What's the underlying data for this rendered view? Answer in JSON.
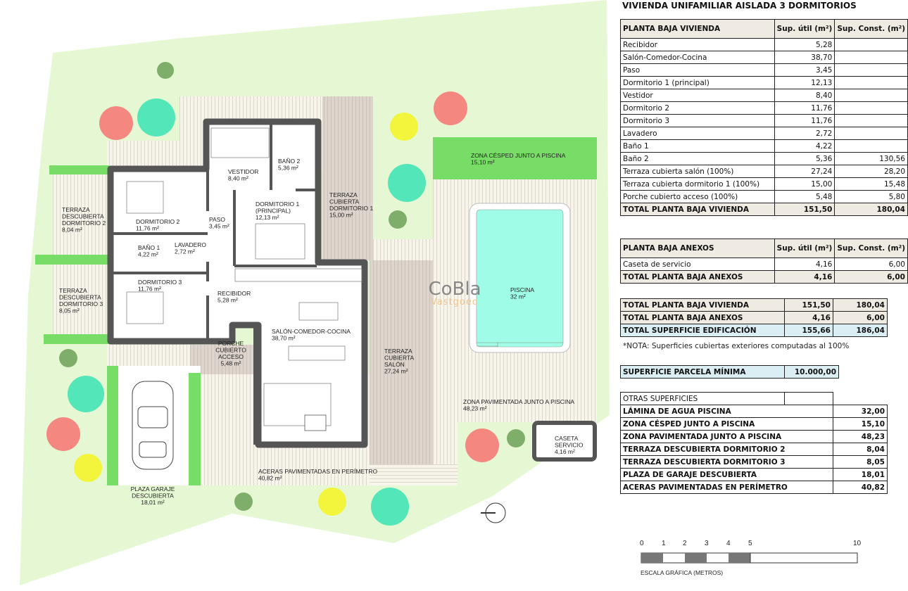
{
  "title": "VIVIENDA UNIFAMILIAR AISLADA 3 DORMITORIOS",
  "colors": {
    "lawn": "#d9f5c0",
    "grass": "#77dd66",
    "pool": "#9ffce6",
    "wall": "#555555",
    "tree_red": "#f4877f",
    "tree_teal": "#52e6b8",
    "tree_yellow": "#f2f53b",
    "tree_green": "#7fae6a"
  },
  "plan": {
    "rooms": [
      {
        "name": "TERRAZA DESCUBIERTA DORMITORIO 2",
        "lines": [
          "TERRAZA",
          "DESCUBIERTA",
          "DORMITORIO 2"
        ],
        "area": "8,04 m²"
      },
      {
        "name": "DORMITORIO 2",
        "lines": [
          "DORMITORIO 2"
        ],
        "area": "11,76 m²"
      },
      {
        "name": "VESTIDOR",
        "lines": [
          "VESTIDOR"
        ],
        "area": "8,40 m²"
      },
      {
        "name": "BAÑO 2",
        "lines": [
          "BAÑO 2"
        ],
        "area": "5,36 m²"
      },
      {
        "name": "PASO",
        "lines": [
          "PASO"
        ],
        "area": "3,45 m²"
      },
      {
        "name": "DORMITORIO 1 (PRINCIPAL)",
        "lines": [
          "DORMITORIO 1",
          "(PRINCIPAL)"
        ],
        "area": "12,13 m²"
      },
      {
        "name": "TERRAZA CUBIERTA DORMITORIO 1",
        "lines": [
          "TERRAZA",
          "CUBIERTA",
          "DORMITORIO 1"
        ],
        "area": "15,00 m²"
      },
      {
        "name": "BAÑO 1",
        "lines": [
          "BAÑO 1"
        ],
        "area": "4,22 m²"
      },
      {
        "name": "LAVADERO",
        "lines": [
          "LAVADERO"
        ],
        "area": "2,72 m²"
      },
      {
        "name": "TERRAZA DESCUBIERTA DORMITORIO 3",
        "lines": [
          "TERRAZA",
          "DESCUBIERTA",
          "DORMITORIO 3"
        ],
        "area": "8,05 m²"
      },
      {
        "name": "DORMITORIO 3",
        "lines": [
          "DORMITORIO 3"
        ],
        "area": "11,76 m²"
      },
      {
        "name": "RECIBIDOR",
        "lines": [
          "RECIBIDOR"
        ],
        "area": "5,28 m²"
      },
      {
        "name": "SALÓN-COMEDOR-COCINA",
        "lines": [
          "SALÓN-COMEDOR-COCINA"
        ],
        "area": "38,70 m²"
      },
      {
        "name": "PORCHE CUBIERTO ACCESO",
        "lines": [
          "PORCHE",
          "CUBIERTO",
          "ACCESO"
        ],
        "area": "5,48 m²"
      },
      {
        "name": "TERRAZA CUBIERTA SALÓN",
        "lines": [
          "TERRAZA",
          "CUBIERTA",
          "SALÓN"
        ],
        "area": "27,24 m²"
      },
      {
        "name": "ZONA CÉSPED JUNTO A PISCINA",
        "lines": [
          "ZONA CÉSPED JUNTO A PISCINA"
        ],
        "area": "15,10 m²"
      },
      {
        "name": "PISCINA",
        "lines": [
          "PISCINA"
        ],
        "area": "32 m²"
      },
      {
        "name": "ZONA PAVIMENTADA JUNTO A PISCINA",
        "lines": [
          "ZONA PAVIMENTADA JUNTO A PISCINA"
        ],
        "area": "48,23 m²"
      },
      {
        "name": "CASETA SERVICIO",
        "lines": [
          "CASETA",
          "SERVICIO"
        ],
        "area": "4,16 m²"
      },
      {
        "name": "ACERAS PAVIMENTADAS EN PERÍMETRO",
        "lines": [
          "ACERAS PAVIMENTADAS EN PERÍMETRO"
        ],
        "area": "40,82 m²"
      },
      {
        "name": "PLAZA GARAJE DESCUBIERTA",
        "lines": [
          "PLAZA GARAJE",
          "DESCUBIERTA"
        ],
        "area": "18,01 m²"
      }
    ],
    "logo": {
      "brand": "CoBla",
      "sub": "Vastgoed"
    }
  },
  "tables": {
    "vivienda": {
      "headers": [
        "PLANTA BAJA VIVIENDA",
        "Sup. útil (m²)",
        "Sup. Const. (m²)"
      ],
      "rows": [
        [
          "Recibidor",
          "5,28",
          ""
        ],
        [
          "Salón-Comedor-Cocina",
          "38,70",
          ""
        ],
        [
          "Paso",
          "3,45",
          ""
        ],
        [
          "Dormitorio 1 (principal)",
          "12,13",
          ""
        ],
        [
          "Vestidor",
          "8,40",
          ""
        ],
        [
          "Dormitorio 2",
          "11,76",
          ""
        ],
        [
          "Dormitorio 3",
          "11,76",
          ""
        ],
        [
          "Lavadero",
          "2,72",
          ""
        ],
        [
          "Baño 1",
          "4,22",
          ""
        ],
        [
          "Baño 2",
          "5,36",
          "130,56"
        ],
        [
          "Terraza cubierta salón (100%)",
          "27,24",
          "28,20"
        ],
        [
          "Terraza cubierta dormitorio 1 (100%)",
          "15,00",
          "15,48"
        ],
        [
          "Porche cubierto acceso (100%)",
          "5,48",
          "5,80"
        ]
      ],
      "total": [
        "TOTAL PLANTA BAJA VIVIENDA",
        "151,50",
        "180,04"
      ]
    },
    "anexos": {
      "headers": [
        "PLANTA BAJA ANEXOS",
        "Sup. útil (m²)",
        "Sup. Const. (m²)"
      ],
      "rows": [
        [
          "Caseta de servicio",
          "4,16",
          "6,00"
        ]
      ],
      "total": [
        "TOTAL PLANTA BAJA ANEXOS",
        "4,16",
        "6,00"
      ]
    },
    "resumen": {
      "rows": [
        [
          "TOTAL PLANTA BAJA VIVIENDA",
          "151,50",
          "180,04"
        ],
        [
          "TOTAL PLANTA BAJA ANEXOS",
          "4,16",
          "6,00"
        ]
      ],
      "total": [
        "TOTAL SUPERFICIE EDIFICACIÓN",
        "155,66",
        "186,04"
      ]
    },
    "nota": "*NOTA: Superficies cubiertas exteriores computadas al 100%",
    "parcela": [
      "SUPERFICIE PARCELA MÍNIMA",
      "10.000,00"
    ],
    "otras": {
      "header": "OTRAS SUPERFICIES",
      "rows": [
        [
          "LÁMINA DE AGUA PISCINA",
          "32,00"
        ],
        [
          "ZONA CÉSPED JUNTO A PISCINA",
          "15,10"
        ],
        [
          "ZONA PAVIMENTADA JUNTO A PISCINA",
          "48,23"
        ],
        [
          "TERRAZA DESCUBIERTA DORMITORIO 2",
          "8,04"
        ],
        [
          "TERRAZA DESCUBIERTA DORMITORIO 3",
          "8,05"
        ],
        [
          "PLAZA DE GARAJE DESCUBIERTA",
          "18,01"
        ],
        [
          "ACERAS PAVIMENTADAS EN PERÍMETRO",
          "40,82"
        ]
      ]
    }
  },
  "scale": {
    "ticks": [
      "0",
      "1",
      "2",
      "3",
      "4",
      "5",
      "10"
    ],
    "caption": "ESCALA GRÁFICA (METROS)"
  }
}
